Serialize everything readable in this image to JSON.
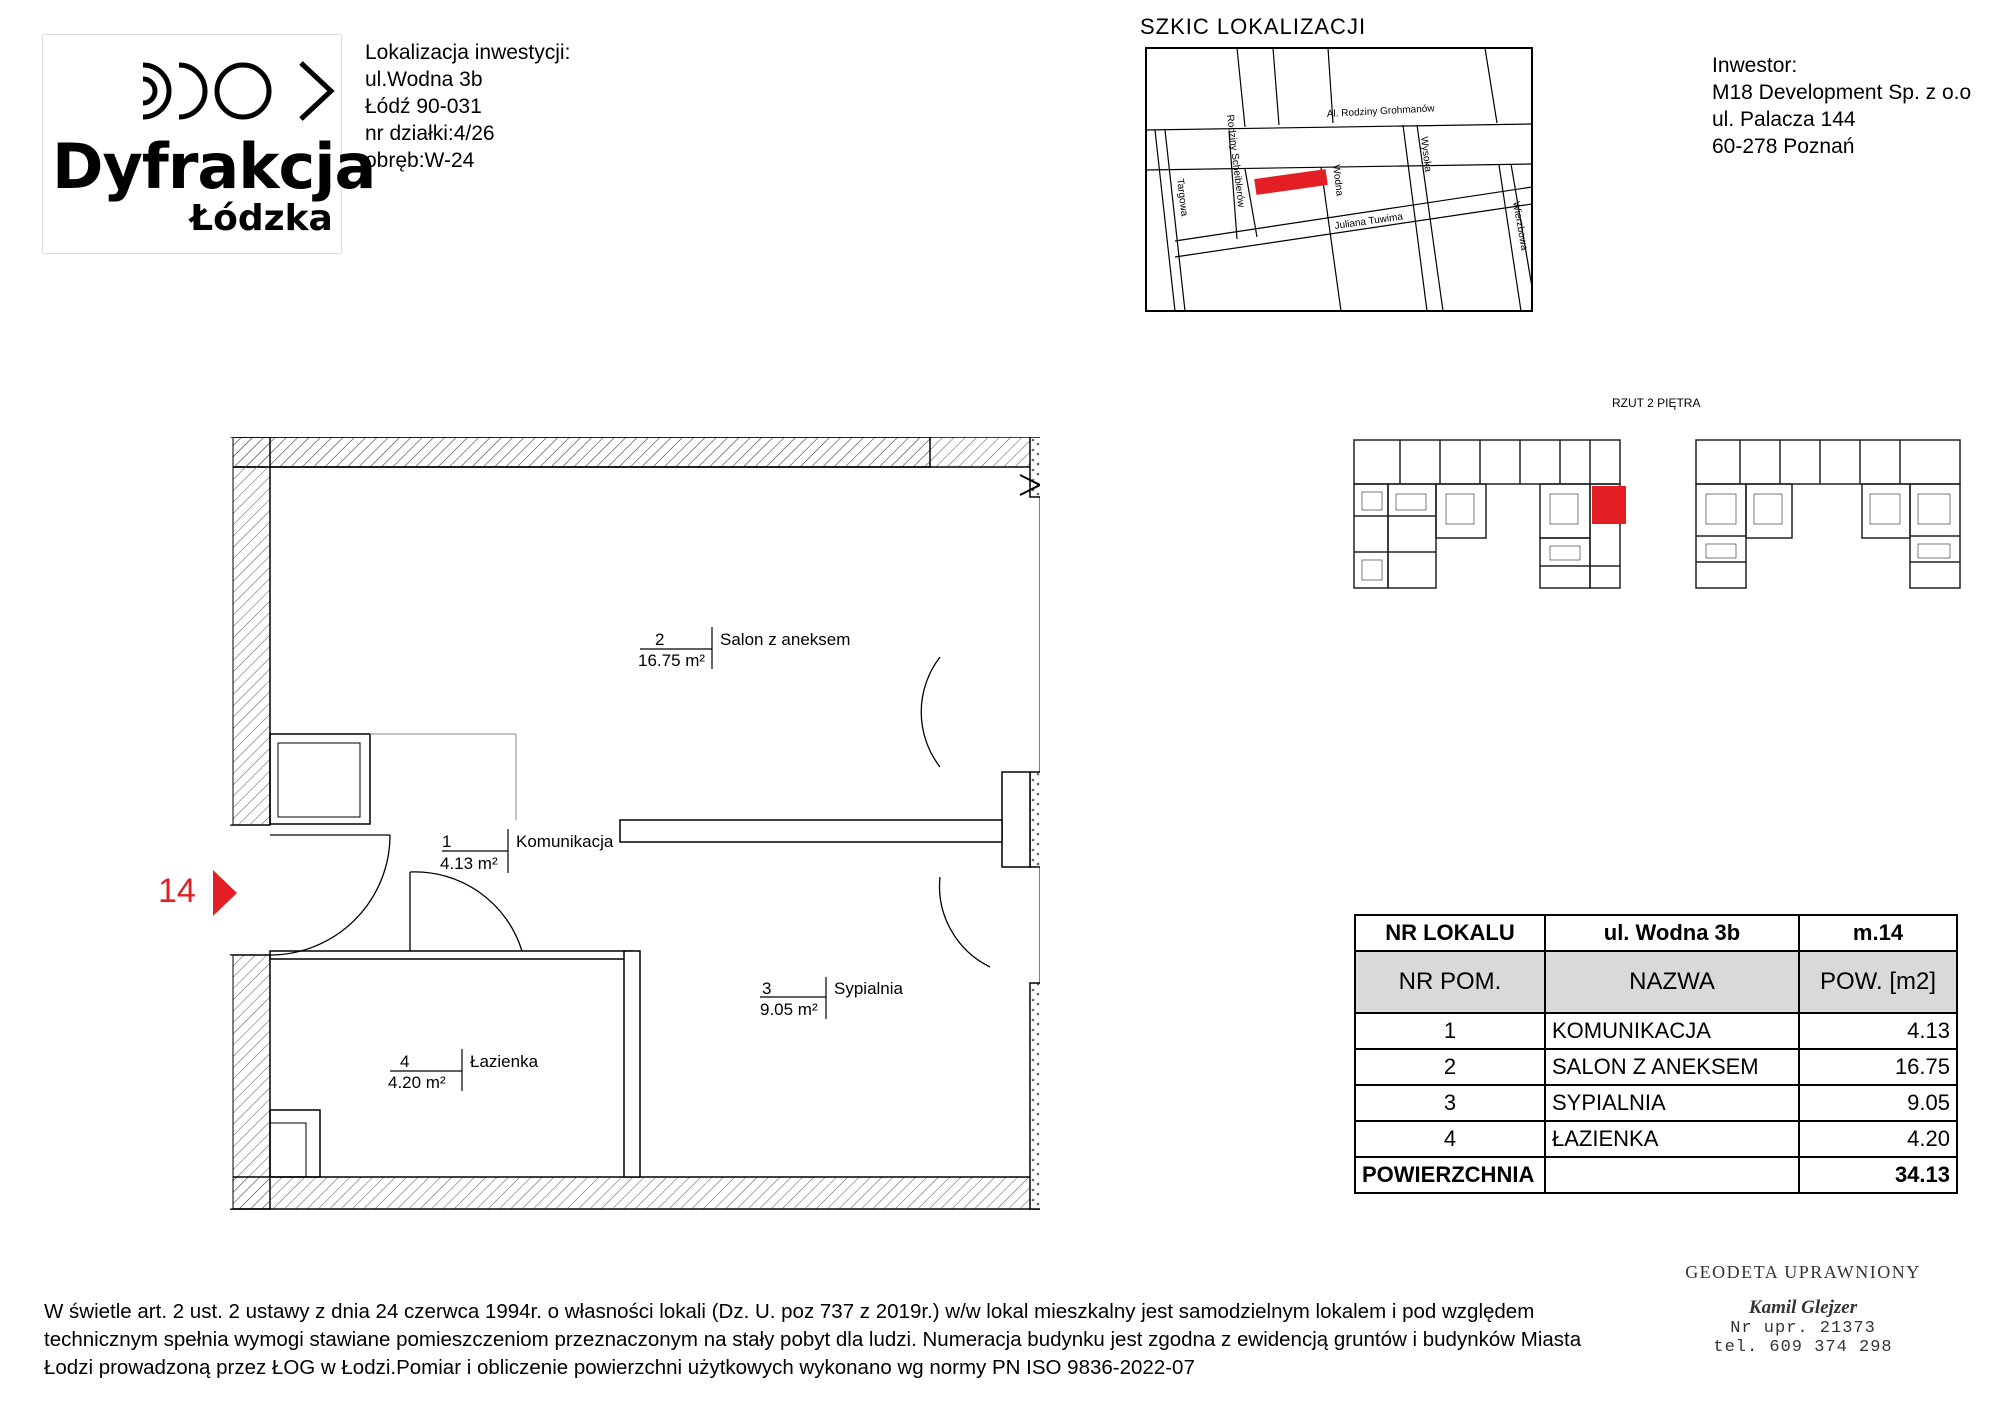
{
  "brand": {
    "name": "Dyfrakcja",
    "subtitle": "Łódzka"
  },
  "location": {
    "heading": "Lokalizacja inwestycji:",
    "lines": [
      "ul.Wodna 3b",
      "Łódź 90-031",
      "nr działki:4/26",
      "obręb:W-24"
    ]
  },
  "investor": {
    "heading": "Inwestor:",
    "lines": [
      "M18 Development Sp. z o.o",
      "ul. Palacza 144",
      "60-278 Poznań"
    ]
  },
  "sketch": {
    "title": "SZKIC LOKALIZACJI",
    "streets": [
      "Al. Rodziny Grohmanów",
      "Rodziny Scheiblerów",
      "Wodna",
      "Wysoka",
      "Targowa",
      "Juliana Tuwima",
      "Wierzbowa"
    ],
    "highlight_color": "#e31e24"
  },
  "floor": {
    "title": "RZUT 2 PIĘTRA"
  },
  "unit_marker": "14",
  "rooms": [
    {
      "nr": "1",
      "name": "Komunikacja",
      "area": "4.13 m²"
    },
    {
      "nr": "2",
      "name": "Salon z aneksem",
      "area": "16.75 m²"
    },
    {
      "nr": "3",
      "name": "Sypialnia",
      "area": "9.05 m²"
    },
    {
      "nr": "4",
      "name": "Łazienka",
      "area": "4.20 m²"
    }
  ],
  "table": {
    "header": [
      "NR LOKALU",
      "ul. Wodna 3b",
      "m.14"
    ],
    "columns": [
      "NR  POM.",
      "NAZWA",
      "POW. [m2]"
    ],
    "rows": [
      [
        "1",
        "KOMUNIKACJA",
        "4.13"
      ],
      [
        "2",
        "SALON Z ANEKSEM",
        "16.75"
      ],
      [
        "3",
        "SYPIALNIA",
        "9.05"
      ],
      [
        "4",
        "ŁAZIENKA",
        "4.20"
      ]
    ],
    "total_label": "POWIERZCHNIA",
    "total_value": "34.13"
  },
  "legal": {
    "line1": "W świetle art. 2 ust. 2 ustawy z dnia 24 czerwca 1994r. o własności lokali (Dz. U. poz 737 z 2019r.) w/w lokal mieszkalny  jest samodzielnym lokalem i pod względem",
    "line2": "technicznym spełnia wymogi stawiane pomieszczeniom przeznaczonym na  stały pobyt  dla ludzi.  Numeracja budynku jest zgodna z ewidencją gruntów i budynków Miasta",
    "line3": "Łodzi prowadzoną przez ŁOG w Łodzi.Pomiar i obliczenie powierzchni użytkowych wykonano wg normy PN ISO 9836-2022-07"
  },
  "stamp": {
    "title": "GEODETA UPRAWNIONY",
    "name": "Kamil Glejzer",
    "license": "Nr upr. 21373",
    "phone": "tel. 609 374 298"
  }
}
